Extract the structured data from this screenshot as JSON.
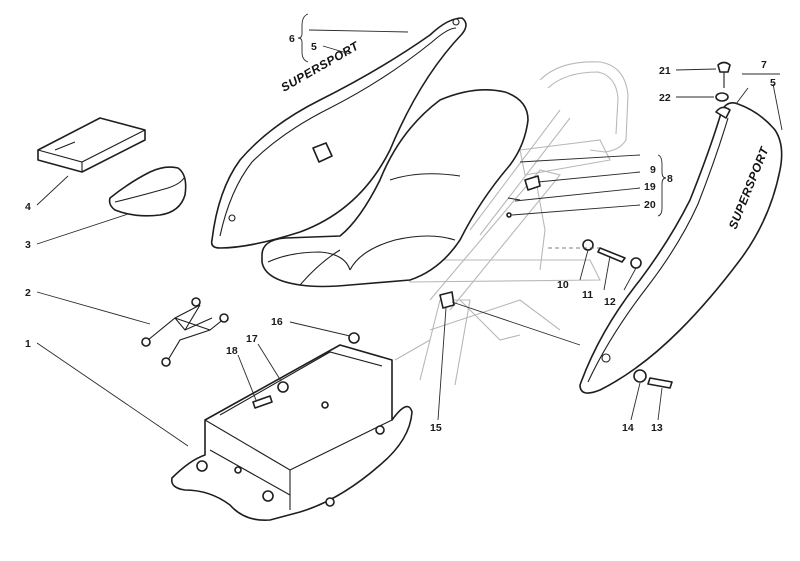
{
  "diagram": {
    "decal_text": "SUPERSPORT",
    "callouts": {
      "c1": "1",
      "c2": "2",
      "c3": "3",
      "c4": "4",
      "c5_left": "5",
      "c6": "6",
      "c5_right": "5",
      "c7": "7",
      "c8": "8",
      "c9": "9",
      "c10": "10",
      "c11": "11",
      "c12": "12",
      "c13": "13",
      "c14": "14",
      "c15": "15",
      "c16": "16",
      "c17": "17",
      "c18": "18",
      "c19": "19",
      "c20": "20",
      "c21": "21",
      "c22": "22"
    },
    "colors": {
      "line": "#1e1e1e",
      "frame": "#b8b8b8",
      "background": "#ffffff"
    }
  }
}
